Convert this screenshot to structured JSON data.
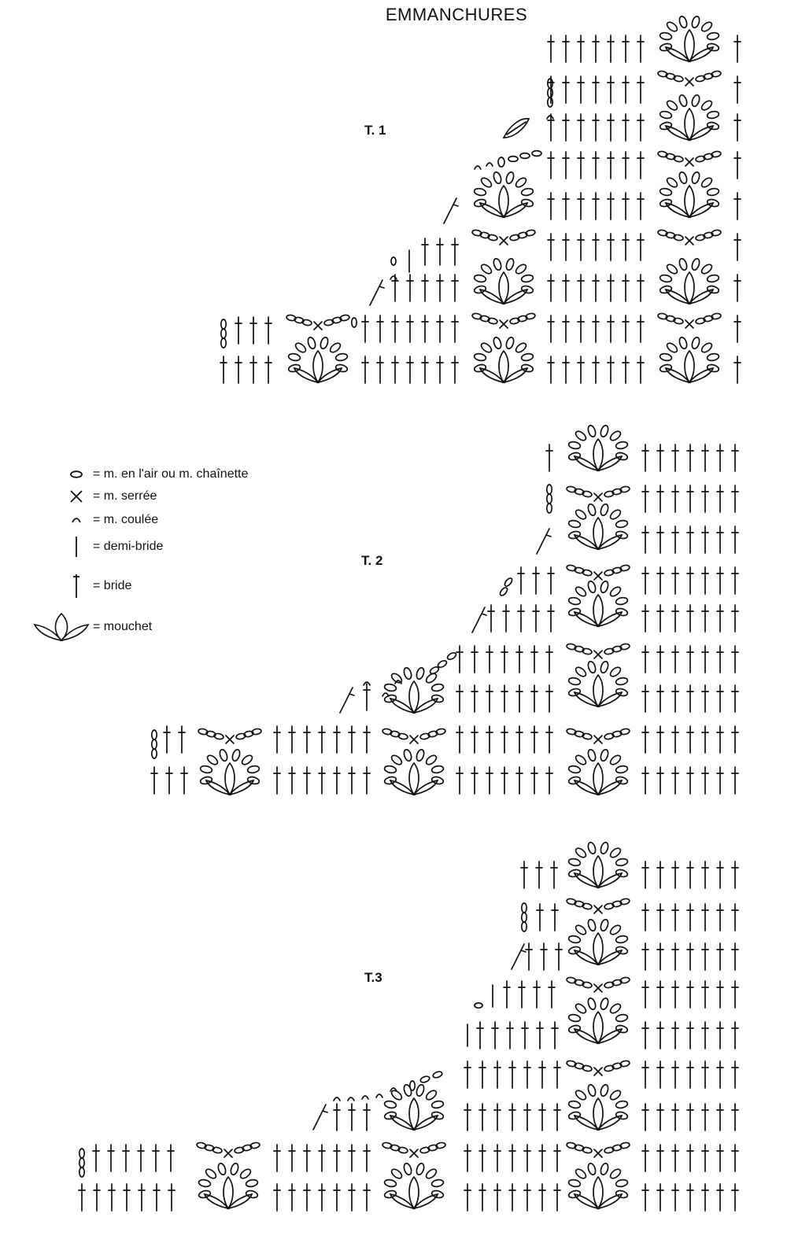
{
  "title": "EMMANCHURES",
  "panels": [
    {
      "label": "T. 1"
    },
    {
      "label": "T. 2"
    },
    {
      "label": "T.3"
    }
  ],
  "legend": [
    {
      "symbol": "chain-oval",
      "text": "= m. en l'air ou m. chaînette"
    },
    {
      "symbol": "cross",
      "text": "= m. serrée"
    },
    {
      "symbol": "arc",
      "text": "= m. coulée"
    },
    {
      "symbol": "vertical-bar",
      "text": "= demi-bride"
    },
    {
      "symbol": "cross-post",
      "text": "= bride"
    },
    {
      "symbol": "cluster",
      "text": "= mouchet"
    }
  ],
  "colors": {
    "ink": "#111111",
    "background": "#ffffff"
  }
}
